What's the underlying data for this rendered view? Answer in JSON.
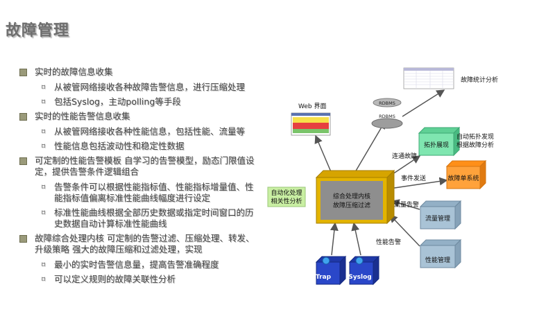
{
  "slide": {
    "title": "故障管理"
  },
  "outline": [
    {
      "text": "实时的故障信息收集",
      "children": [
        "从被管网络接收各种故障告警信息，进行压缩处理",
        "包括Syslog，主动polling等手段"
      ]
    },
    {
      "text": "实时的性能告警信息收集",
      "children": [
        "从被管网络接收各种性能信息，包括性能、流量等",
        "性能信息包括波动性和稳定性数据"
      ]
    },
    {
      "text": "可定制的性能告警模板 自学习的告警模型，励态门限值设定，提供告警条件逻辑组合",
      "children": [
        "告警条件可以根据性能指标值、性能指标增量值、性能指标值偏离标准性能曲线幅度进行设定",
        "标准性能曲线根据全部历史数据或指定时间窗口的历史数据自动计算标准性能曲线"
      ]
    },
    {
      "text": "故障综合处理内核 可定制的告警过滤、压缩处理、转发、升级策略 强大的故障压缩和过滤处理，实现",
      "children": [
        "最小的实时告警信息量，提高告警准确程度",
        "可以定义规则的故障关联性分析"
      ]
    }
  ],
  "diagram": {
    "core_line1": "综合处理内核",
    "core_line2": "故障压缩过滤",
    "side_line1": "自动化处理",
    "side_line2": "相关性分析",
    "web_label": "Web 界面",
    "stats_label": "故障统计分析",
    "rdbms1": "RDBMS",
    "rdbms2": "RDBMS",
    "topo_box": "拓扑展现",
    "topo_note1": "自动拓扑发现",
    "topo_note2": "根据故障分析",
    "link_label": "连通故障",
    "event_label": "事件发送",
    "ticket_box": "故障单系统",
    "flow_alarm": "流量告警",
    "flow_box": "流量管理",
    "perf_alarm": "性能告警",
    "perf_box": "性能管理",
    "trap": "Trap",
    "syslog": "Syslog"
  },
  "colors": {
    "core_face": "#8e8e8e",
    "core_border": "#e3b400",
    "side_box": "#c9efa3",
    "topo_box": "#7fe6b0",
    "ticket_box": "#ffa23b",
    "manage_box": "#a9c3d6",
    "source_box": "#2a47c9",
    "arrow": "#555555"
  }
}
